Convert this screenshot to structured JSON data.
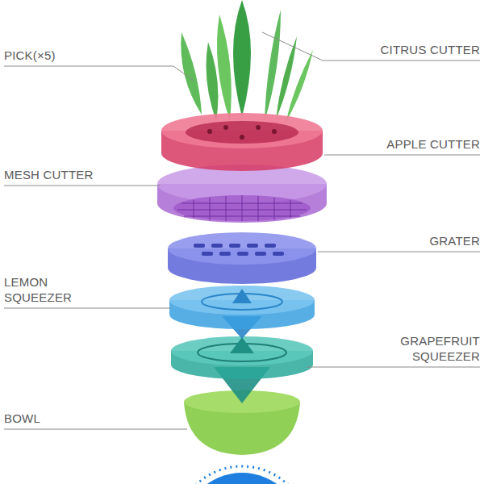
{
  "diagram": {
    "labels": [
      "PICK(×5)",
      "CITRUS CUTTER",
      "APPLE CUTTER",
      "MESH CUTTER",
      "GRATER",
      "LEMON SQUEEZER",
      "GRAPEFRUIT SQUEEZER",
      "BOWL"
    ]
  }
}
